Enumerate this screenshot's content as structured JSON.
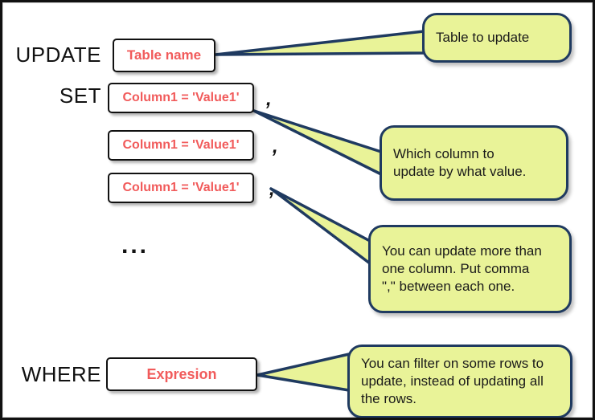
{
  "diagram": {
    "title": "SQL UPDATE statement syntax diagram",
    "colors": {
      "callout_fill": "#e9f398",
      "callout_border": "#1f3a60",
      "code_text": "#f15b5b",
      "keyword_text": "#111111",
      "box_border": "#111111",
      "background": "#ffffff"
    },
    "keywords": [
      {
        "label": "UPDATE"
      },
      {
        "label": "SET"
      },
      {
        "label": "WHERE"
      }
    ],
    "code_boxes": [
      {
        "text": "Table name"
      },
      {
        "text": "Column1 = 'Value1'"
      },
      {
        "text": "Column1 = 'Value1'"
      },
      {
        "text": "Column1 = 'Value1'"
      },
      {
        "text": "Expresion"
      }
    ],
    "separators": [
      {
        "text": ","
      },
      {
        "text": ","
      },
      {
        "text": ","
      }
    ],
    "continuation": {
      "text": "..."
    },
    "callouts": [
      {
        "text": "Table to update"
      },
      {
        "text": "Which column to\nupdate by what value."
      },
      {
        "text": "You can update more than\none column. Put comma\n\",\" between each one."
      },
      {
        "text": "You can filter on some rows to\nupdate, instead of updating all\nthe rows."
      }
    ]
  }
}
